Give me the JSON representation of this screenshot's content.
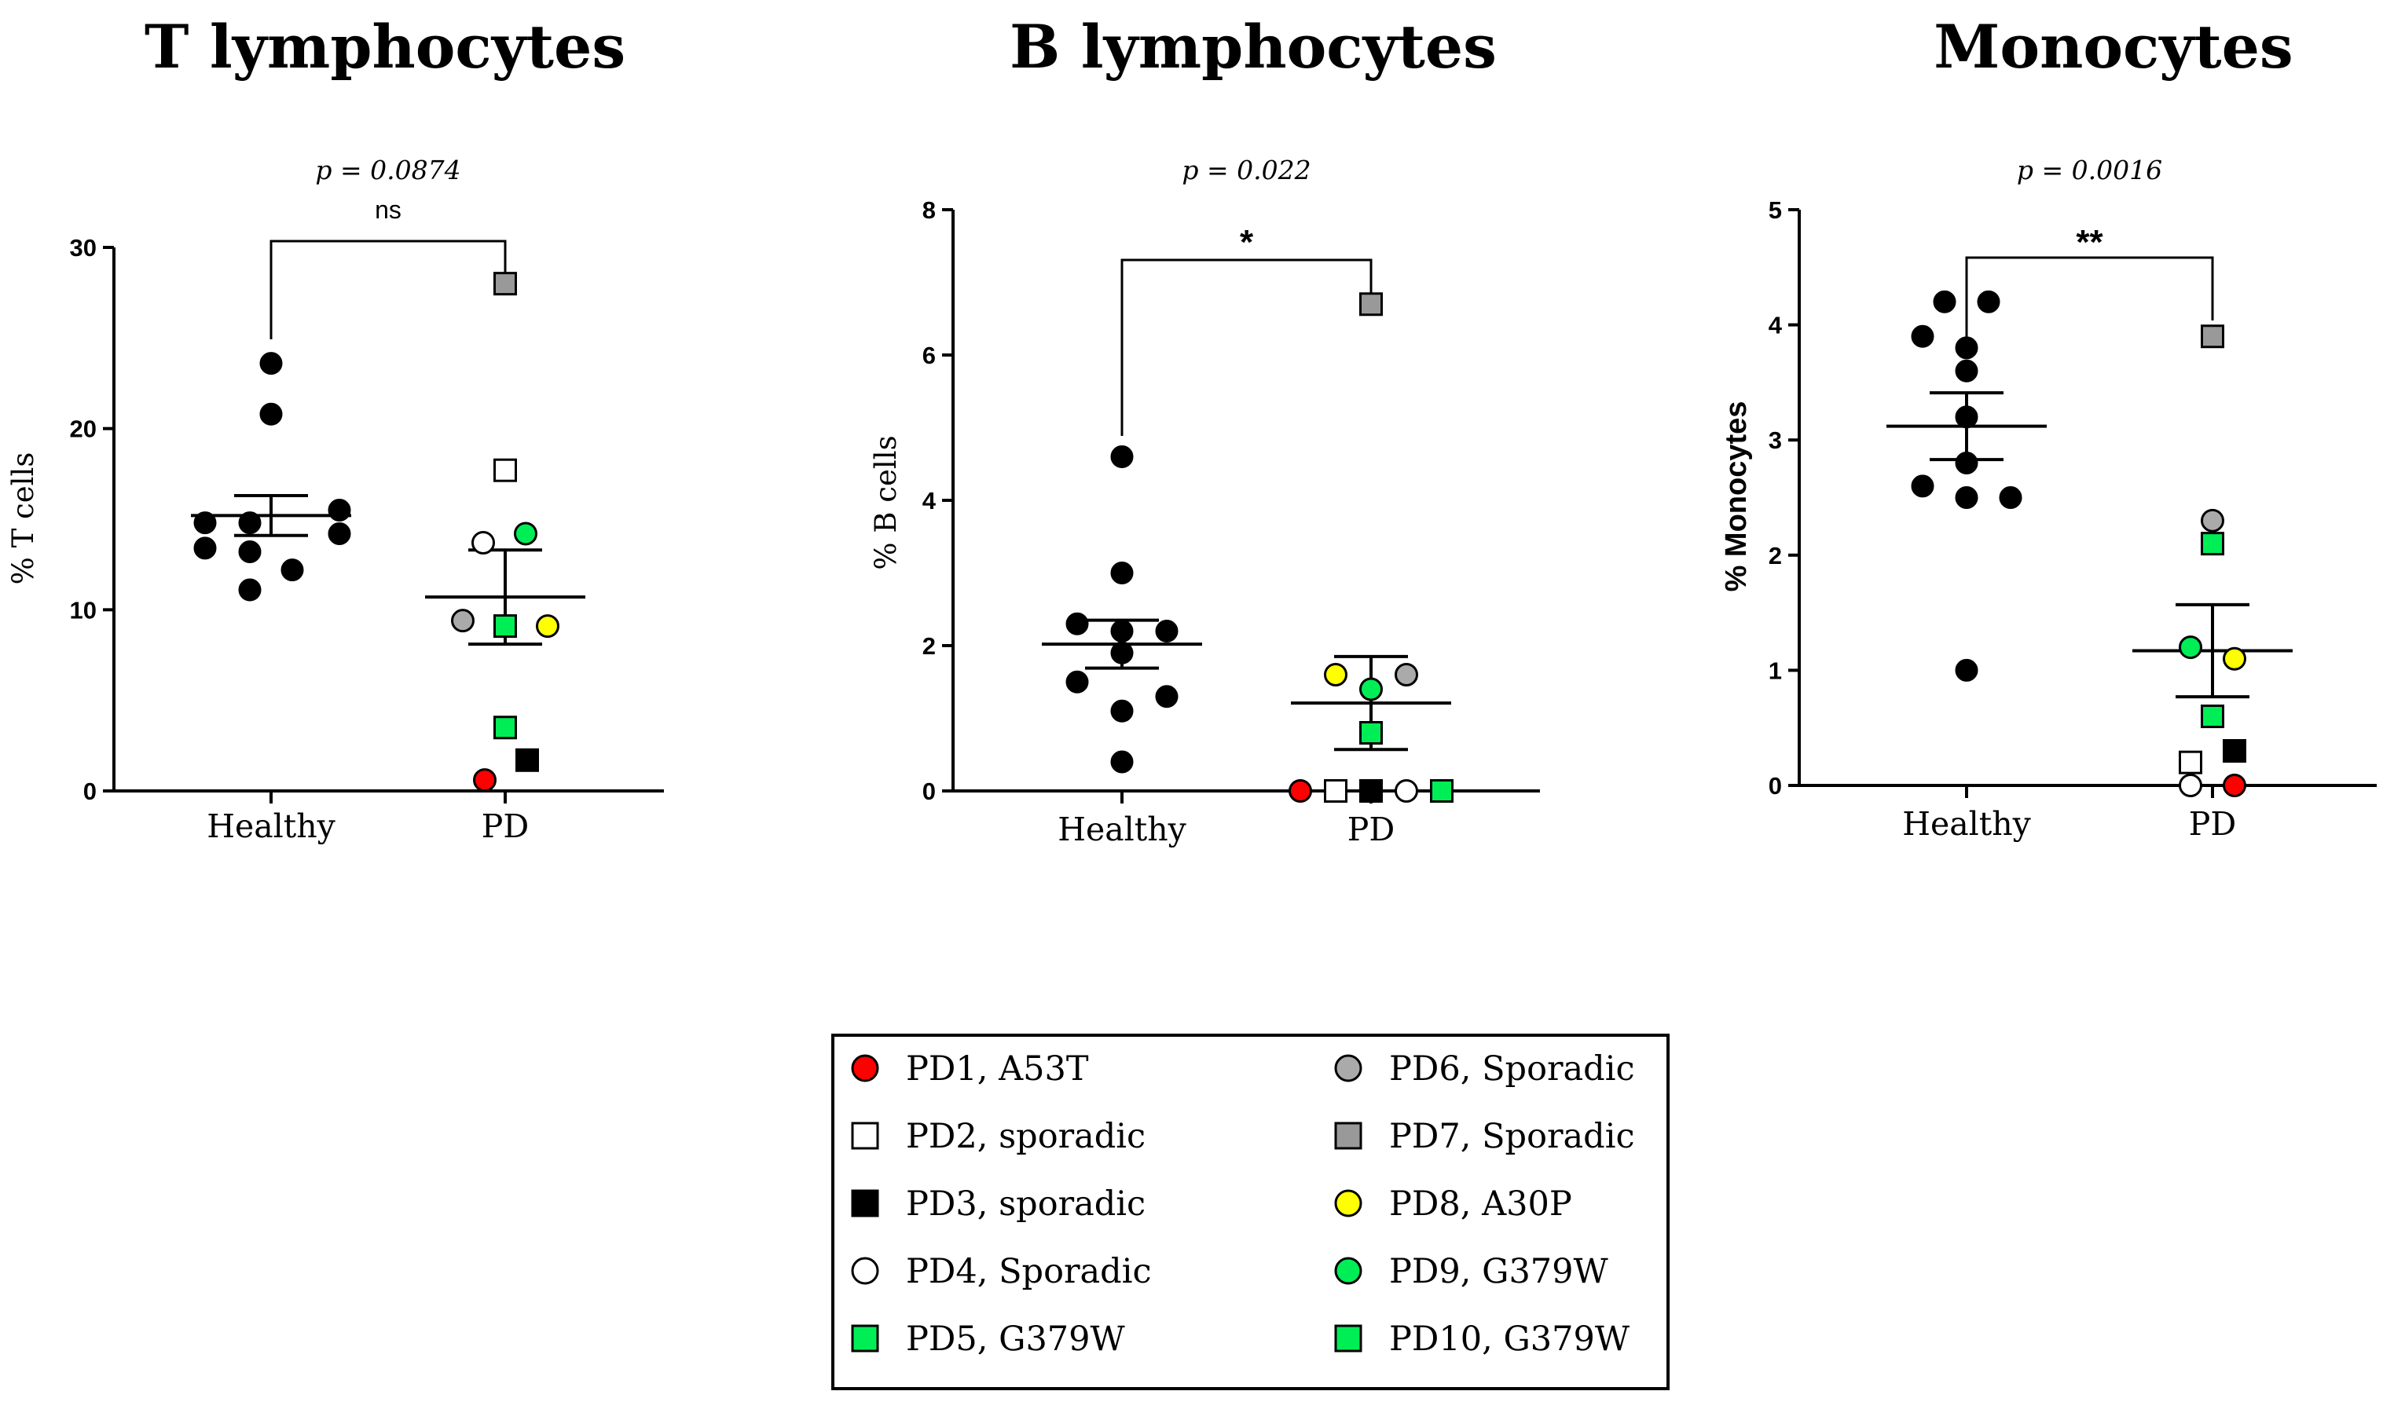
{
  "chart_data": [
    {
      "type": "scatter",
      "title": "T lymphocytes",
      "ylabel": "% T cells",
      "ylim": [
        0,
        30
      ],
      "yticks": [
        "0",
        "10",
        "20",
        "30"
      ],
      "categories": [
        "Healthy",
        "PD"
      ],
      "p_value": "p = 0.0874",
      "significance": "ns",
      "healthy_values": [
        23.6,
        20.8,
        14.8,
        14.8,
        13.4,
        13.2,
        12.2,
        11.1,
        15.5,
        14.2
      ],
      "healthy_mean": 15.2,
      "healthy_sem": 1.1,
      "pd_mean": 10.7,
      "pd_sem": 2.6,
      "pd_values": {
        "PD1": 0.6,
        "PD2": 17.7,
        "PD3": 1.7,
        "PD4": 13.7,
        "PD5": 3.5,
        "PD6": 9.4,
        "PD7": 28.0,
        "PD8": 9.1,
        "PD9": 14.2,
        "PD10": 9.1
      }
    },
    {
      "type": "scatter",
      "title": "B lymphocytes",
      "ylabel": "% B cells",
      "ylim": [
        0,
        8
      ],
      "yticks": [
        "0",
        "2",
        "4",
        "6",
        "8"
      ],
      "categories": [
        "Healthy",
        "PD"
      ],
      "p_value": "p = 0.022",
      "significance": "*",
      "healthy_values": [
        4.6,
        3.0,
        2.3,
        2.2,
        2.2,
        1.9,
        1.5,
        1.3,
        1.1,
        0.4
      ],
      "healthy_mean": 2.02,
      "healthy_sem": 0.33,
      "pd_mean": 1.21,
      "pd_sem": 0.64,
      "pd_values": {
        "PD1": 0.0,
        "PD2": 0.0,
        "PD3": 0.0,
        "PD4": 0.0,
        "PD5": 0.0,
        "PD6": 1.6,
        "PD7": 6.7,
        "PD8": 1.6,
        "PD9": 1.4,
        "PD10": 0.8
      }
    },
    {
      "type": "scatter",
      "title": "Monocytes",
      "ylabel": "% Monocytes",
      "ylim": [
        0,
        5
      ],
      "yticks": [
        "0",
        "1",
        "2",
        "3",
        "4",
        "5"
      ],
      "categories": [
        "Healthy",
        "PD"
      ],
      "p_value": "p = 0.0016",
      "significance": "**",
      "healthy_values": [
        4.2,
        4.2,
        3.9,
        3.8,
        3.6,
        3.2,
        2.8,
        2.6,
        2.5,
        2.5,
        1.0
      ],
      "healthy_mean": 3.12,
      "healthy_sem": 0.29,
      "pd_mean": 1.17,
      "pd_sem": 0.4,
      "pd_values": {
        "PD1": 0.0,
        "PD2": 0.2,
        "PD3": 0.3,
        "PD4": 0.0,
        "PD5": 0.6,
        "PD6": 2.3,
        "PD7": 3.9,
        "PD8": 1.1,
        "PD9": 1.2,
        "PD10": 2.1
      }
    }
  ],
  "legend": {
    "items": [
      {
        "id": "PD1",
        "label": "PD1, A53T",
        "shape": "circle",
        "color": "#ff0000"
      },
      {
        "id": "PD2",
        "label": "PD2, sporadic",
        "shape": "square",
        "color": "#ffffff"
      },
      {
        "id": "PD3",
        "label": "PD3, sporadic",
        "shape": "square",
        "color": "#000000"
      },
      {
        "id": "PD4",
        "label": "PD4, Sporadic",
        "shape": "circle",
        "color": "#ffffff"
      },
      {
        "id": "PD5",
        "label": "PD5, G379W",
        "shape": "square",
        "color": "#00ee55"
      },
      {
        "id": "PD6",
        "label": "PD6, Sporadic",
        "shape": "circle",
        "color": "#aaaaaa"
      },
      {
        "id": "PD7",
        "label": "PD7, Sporadic",
        "shape": "square",
        "color": "#999999"
      },
      {
        "id": "PD8",
        "label": "PD8, A30P",
        "shape": "circle",
        "color": "#ffff00"
      },
      {
        "id": "PD9",
        "label": "PD9, G379W",
        "shape": "circle",
        "color": "#00ee55"
      },
      {
        "id": "PD10",
        "label": "PD10, G379W",
        "shape": "square",
        "color": "#00ee55"
      }
    ]
  },
  "colors": {
    "healthy": "#000000",
    "axis": "#000000"
  }
}
